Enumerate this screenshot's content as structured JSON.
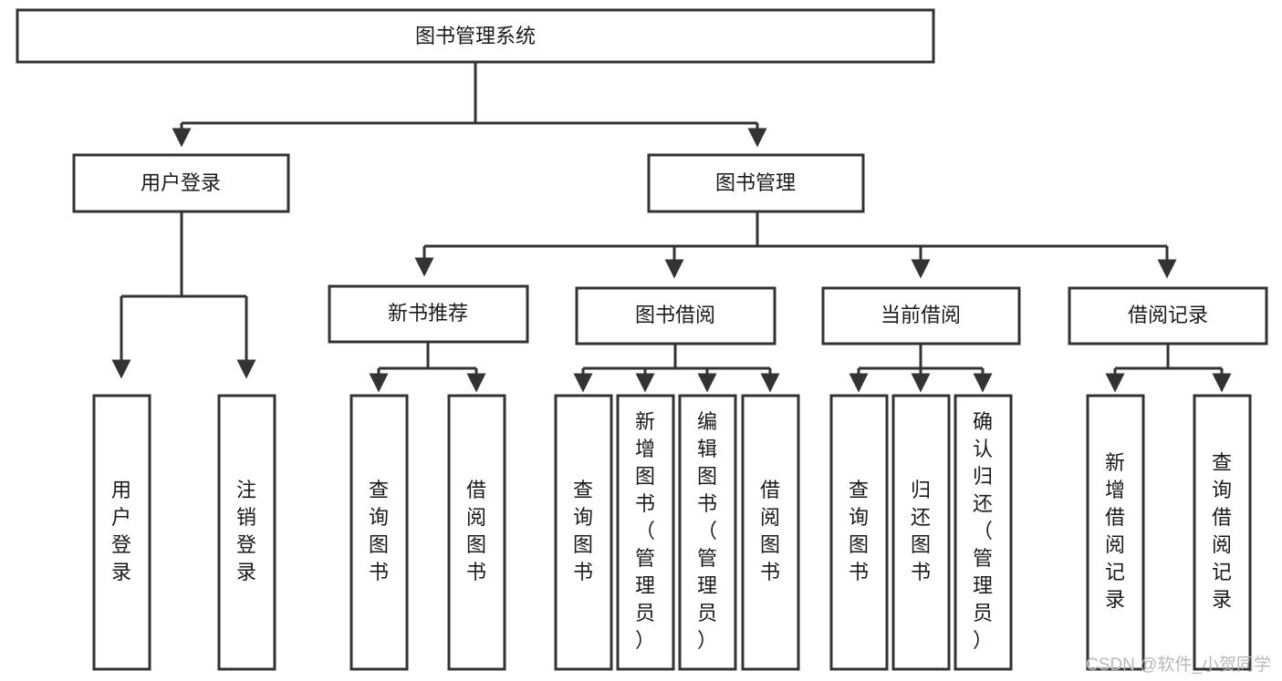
{
  "diagram": {
    "type": "hierarchy-tree",
    "title": "图书管理系统",
    "watermark": "CSDN @软件_小贺同学",
    "colors": {
      "box_stroke": "#333333",
      "box_fill": "#ffffff",
      "text": "#1a1a1a",
      "watermark": "#b9b9b9",
      "background": "#ffffff"
    },
    "root": {
      "id": "root",
      "label": "图书管理系统"
    },
    "level1": [
      {
        "id": "user-login",
        "label": "用户登录"
      },
      {
        "id": "book-management",
        "label": "图书管理"
      }
    ],
    "level2": [
      {
        "id": "new-book-recommend",
        "label": "新书推荐",
        "parent": "book-management"
      },
      {
        "id": "book-borrow",
        "label": "图书借阅",
        "parent": "book-management"
      },
      {
        "id": "current-borrow",
        "label": "当前借阅",
        "parent": "book-management"
      },
      {
        "id": "borrow-record",
        "label": "借阅记录",
        "parent": "book-management"
      }
    ],
    "leaves": {
      "user-login": [
        {
          "id": "leaf-user-login",
          "label": "用户登录"
        },
        {
          "id": "leaf-user-logout",
          "label": "注销登录"
        }
      ],
      "new-book-recommend": [
        {
          "id": "leaf-query-book-1",
          "label": "查询图书"
        },
        {
          "id": "leaf-borrow-book-1",
          "label": "借阅图书"
        }
      ],
      "book-borrow": [
        {
          "id": "leaf-query-book-2",
          "label": "查询图书"
        },
        {
          "id": "leaf-add-book",
          "label": "新增图书（管理员）"
        },
        {
          "id": "leaf-edit-book",
          "label": "编辑图书（管理员）"
        },
        {
          "id": "leaf-borrow-book-2",
          "label": "借阅图书"
        }
      ],
      "current-borrow": [
        {
          "id": "leaf-query-book-3",
          "label": "查询图书"
        },
        {
          "id": "leaf-return-book",
          "label": "归还图书"
        },
        {
          "id": "leaf-confirm-return",
          "label": "确认归还（管理员）"
        }
      ],
      "borrow-record": [
        {
          "id": "leaf-add-record",
          "label": "新增借阅记录"
        },
        {
          "id": "leaf-query-record",
          "label": "查询借阅记录"
        }
      ]
    }
  }
}
